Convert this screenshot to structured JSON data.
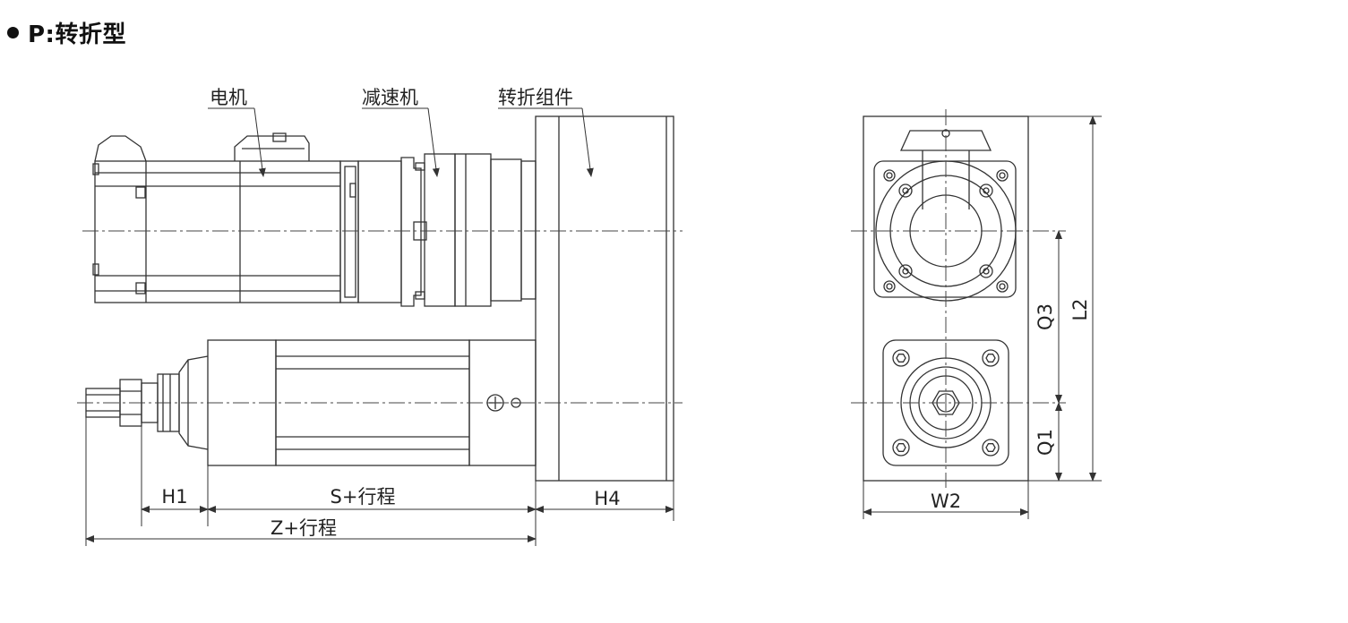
{
  "heading": {
    "title": "P:转折型"
  },
  "callouts": {
    "motor": "电机",
    "reducer": "减速机",
    "fold_assembly": "转折组件"
  },
  "dimensions": {
    "h1": "H1",
    "s_stroke": "S+行程",
    "h4": "H4",
    "z_stroke": "Z+行程",
    "w2": "W2",
    "q3": "Q3",
    "q1": "Q1",
    "l2": "L2"
  }
}
